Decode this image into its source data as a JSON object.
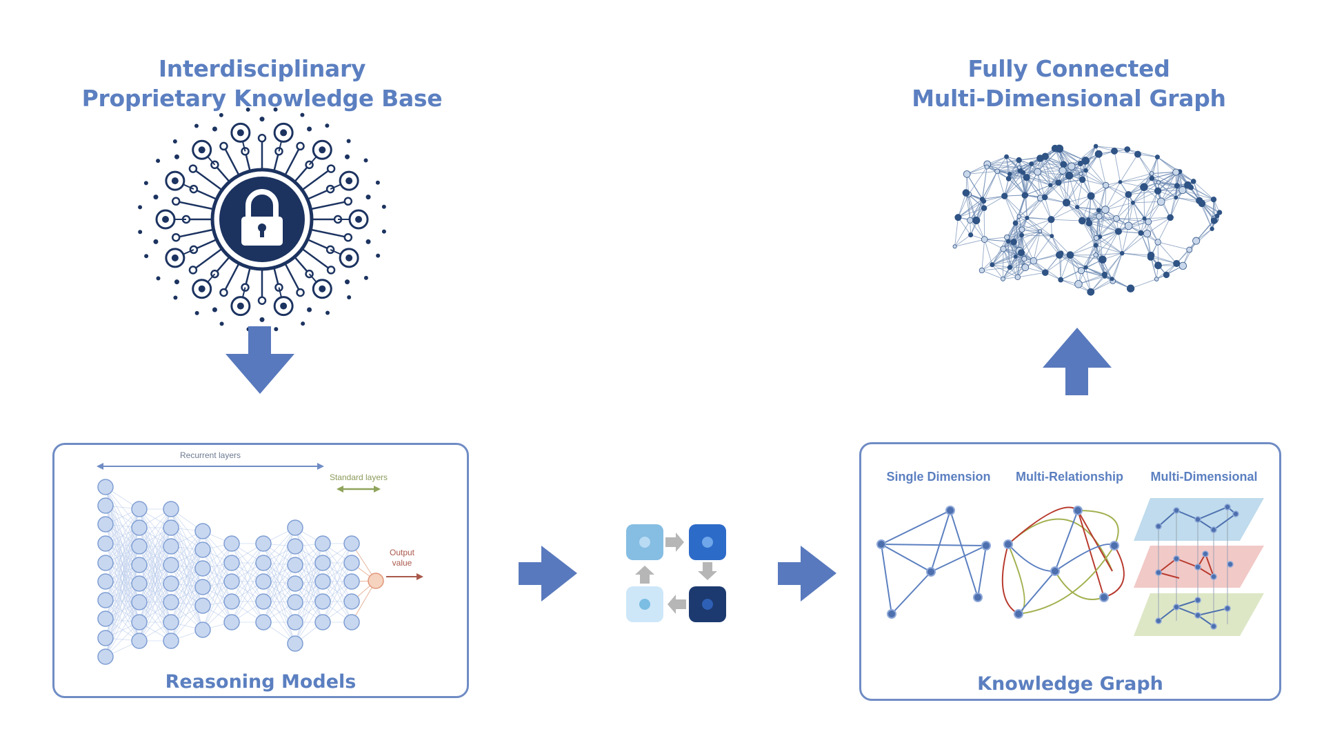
{
  "titles": {
    "left_line1": "Interdisciplinary",
    "left_line2": "Proprietary Knowledge Base",
    "right_line1": "Fully Connected",
    "right_line2": "Multi-Dimensional Graph"
  },
  "reasoning": {
    "label": "Reasoning Models",
    "recurrent_layers": "Recurrent layers",
    "standard_layers": "Standard layers",
    "output_line1": "Output",
    "output_line2": "value"
  },
  "knowledge_graph": {
    "label": "Knowledge Graph",
    "col1": "Single Dimension",
    "col2": "Multi-Relationship",
    "col3": "Multi-Dimensional"
  },
  "colors": {
    "accent": "#5b7fc0",
    "arrow": "#5879bd",
    "navy": "#1c3360",
    "node_fill": "#c8d7f0",
    "graph_edge_red": "#b83a2e",
    "graph_edge_green": "#a3b04f"
  },
  "icons": [
    "lock-icon",
    "down-arrow-icon",
    "up-arrow-icon",
    "right-arrow-icon",
    "cycle-icon"
  ]
}
